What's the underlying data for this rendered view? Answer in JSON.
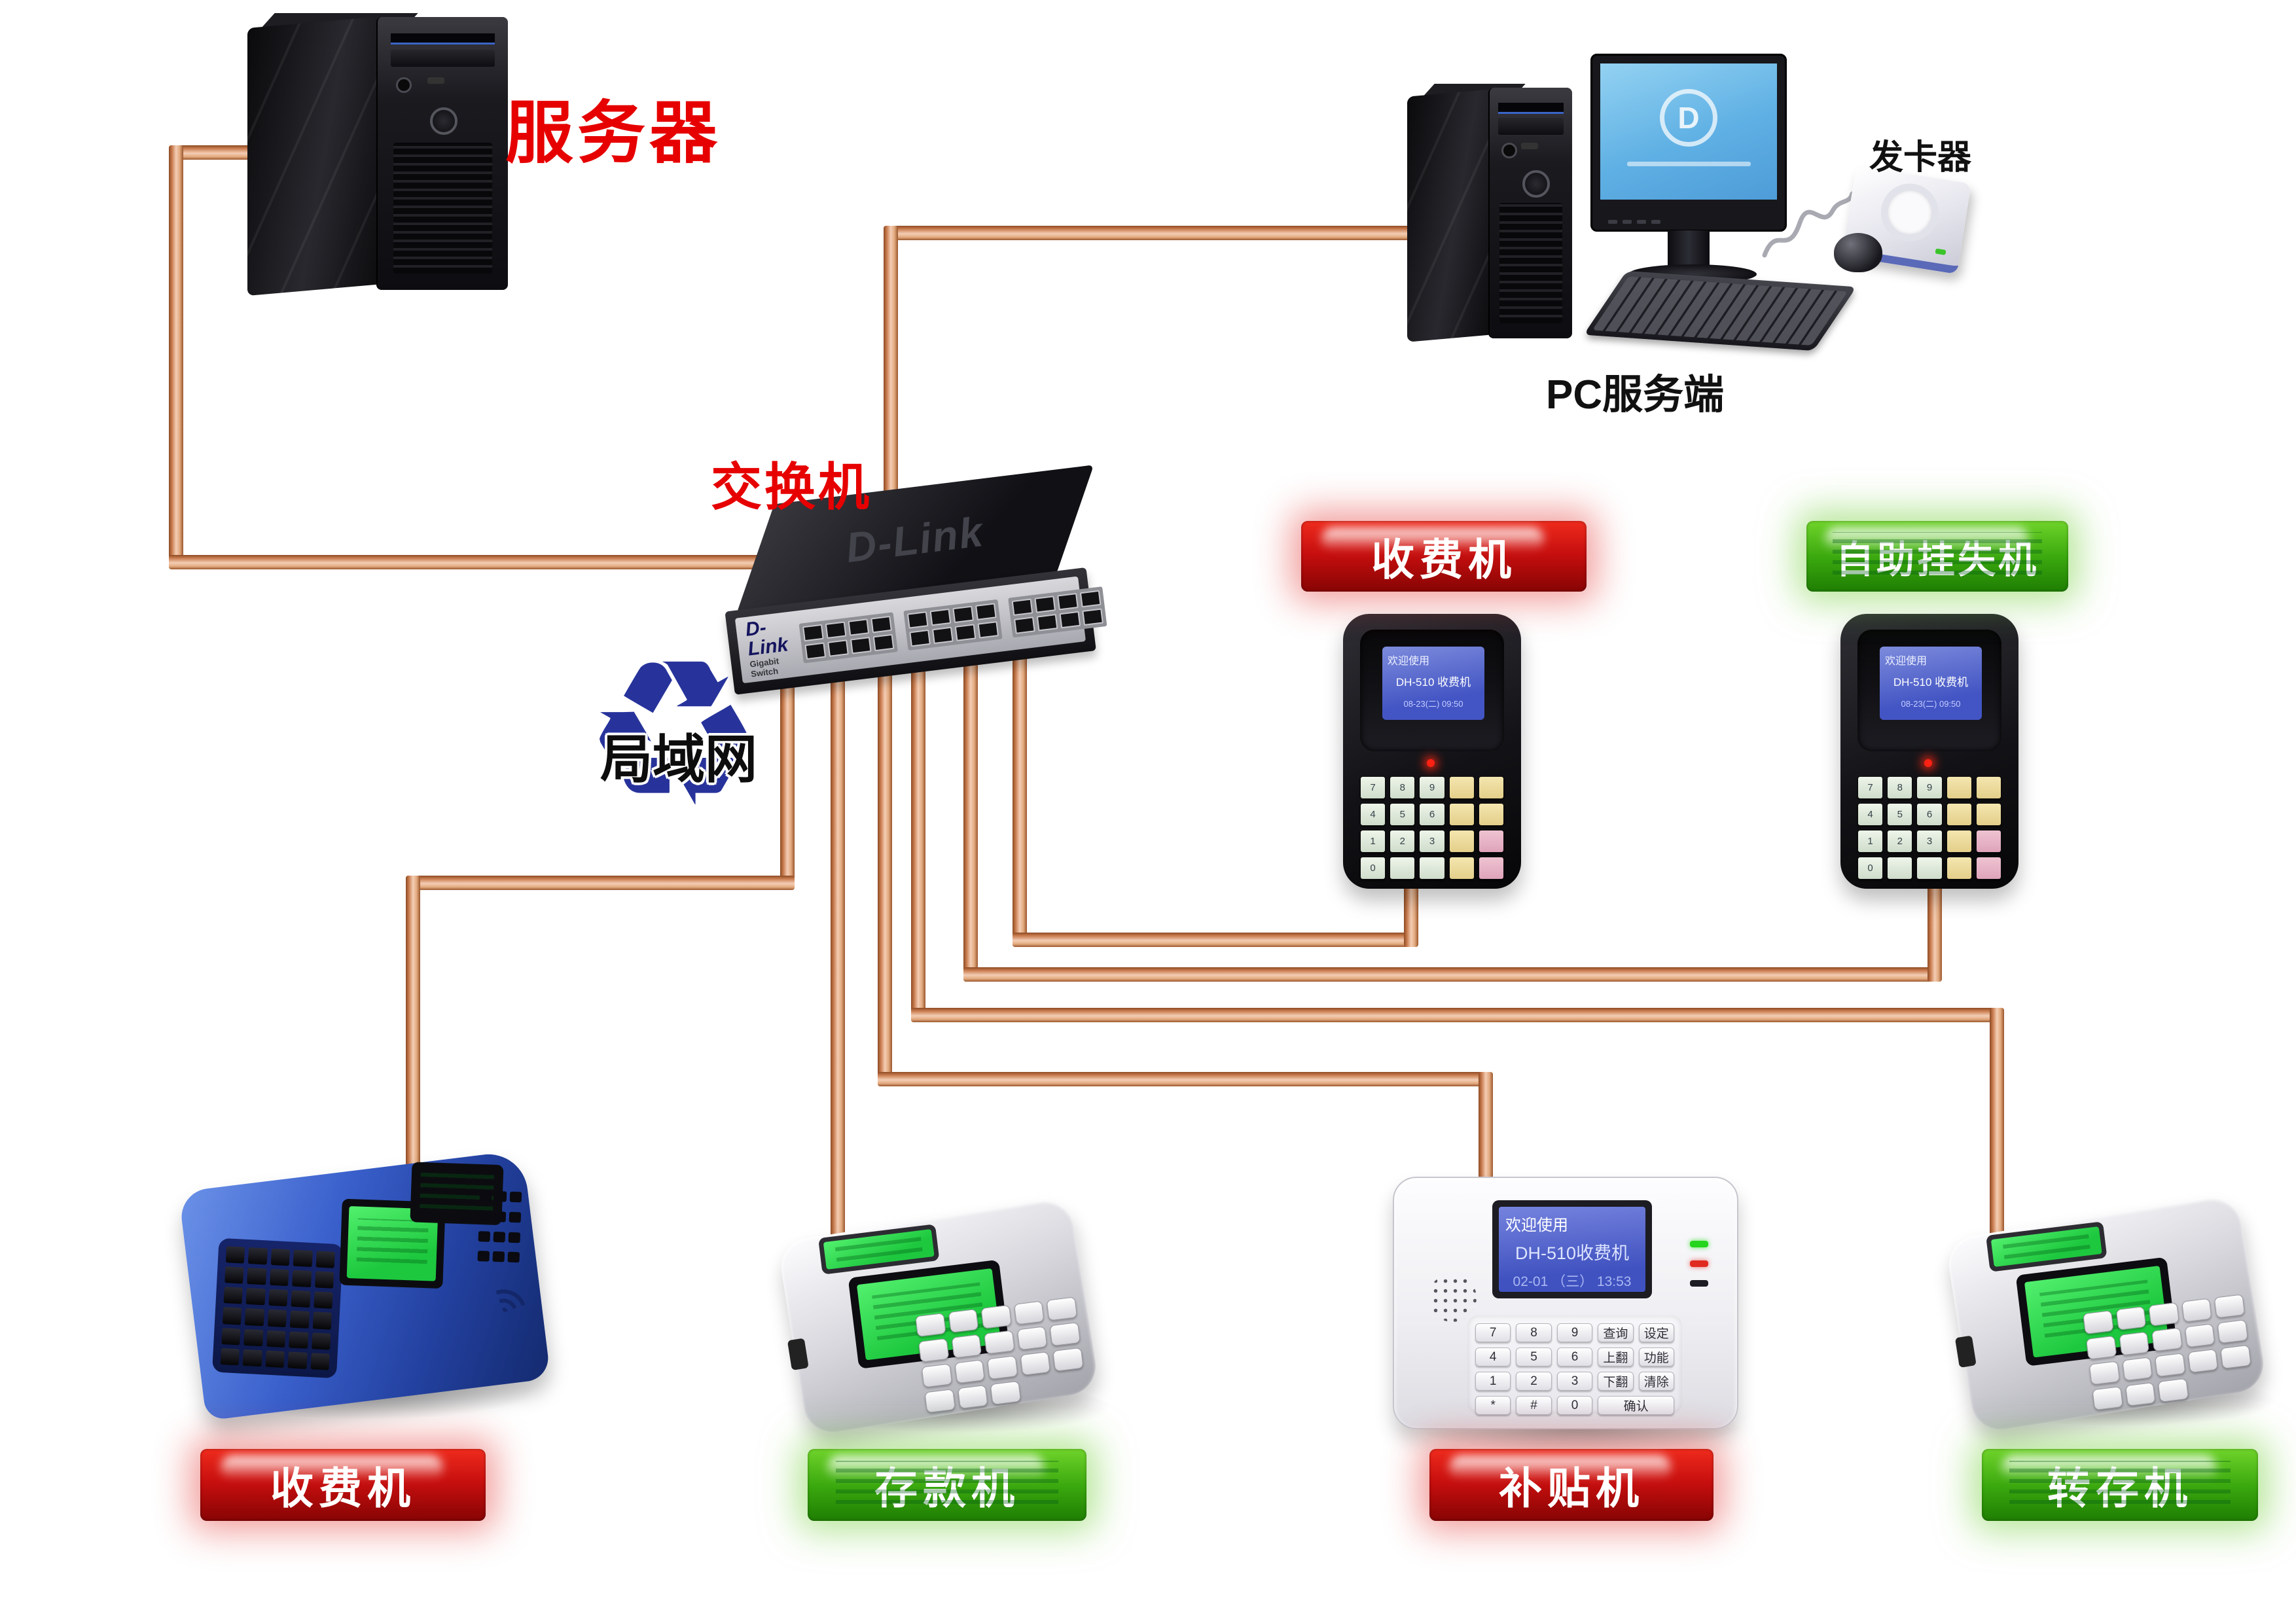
{
  "labels": {
    "server": "服务器",
    "switch": "交换机",
    "lan": "局域网",
    "pc": "PC服务端",
    "card_issuer": "发卡器"
  },
  "badges": {
    "wall_fee": "收费机",
    "wall_loss": "自助挂失机",
    "bottom": [
      "收费机",
      "存款机",
      "补贴机",
      "转存机"
    ]
  },
  "devices": {
    "switch_brand": "D-Link",
    "switch_model": "Gigabit Switch",
    "monitor_logo": "D",
    "wall_screen": [
      "欢迎使用",
      "DH-510 收费机",
      "08-23(二) 09:50"
    ],
    "wall_keypad": [
      [
        "7",
        "8",
        "9",
        "",
        ""
      ],
      [
        "4",
        "5",
        "6",
        "",
        ""
      ],
      [
        "1",
        "2",
        "3",
        "",
        ""
      ],
      [
        "0",
        "",
        "",
        "",
        ""
      ]
    ],
    "white_screen": [
      "欢迎使用",
      "DH-510收费机",
      "02-01 （三） 13:53"
    ],
    "white_keypad": [
      [
        "7",
        "8",
        "9",
        "查询",
        "设定"
      ],
      [
        "4",
        "5",
        "6",
        "上翻",
        "功能"
      ],
      [
        "1",
        "2",
        "3",
        "下翻",
        "清除"
      ],
      [
        "*",
        "#",
        "0",
        "确认"
      ]
    ]
  },
  "colors": {
    "cable_copper": "#d99868",
    "badge_red": "#c50e0e",
    "badge_green": "#3aa80e",
    "label_red": "#e60000",
    "lcd_blue": "#5565c8",
    "lcd_green": "#2ed63e",
    "pos_blue": "#2d51b4"
  }
}
